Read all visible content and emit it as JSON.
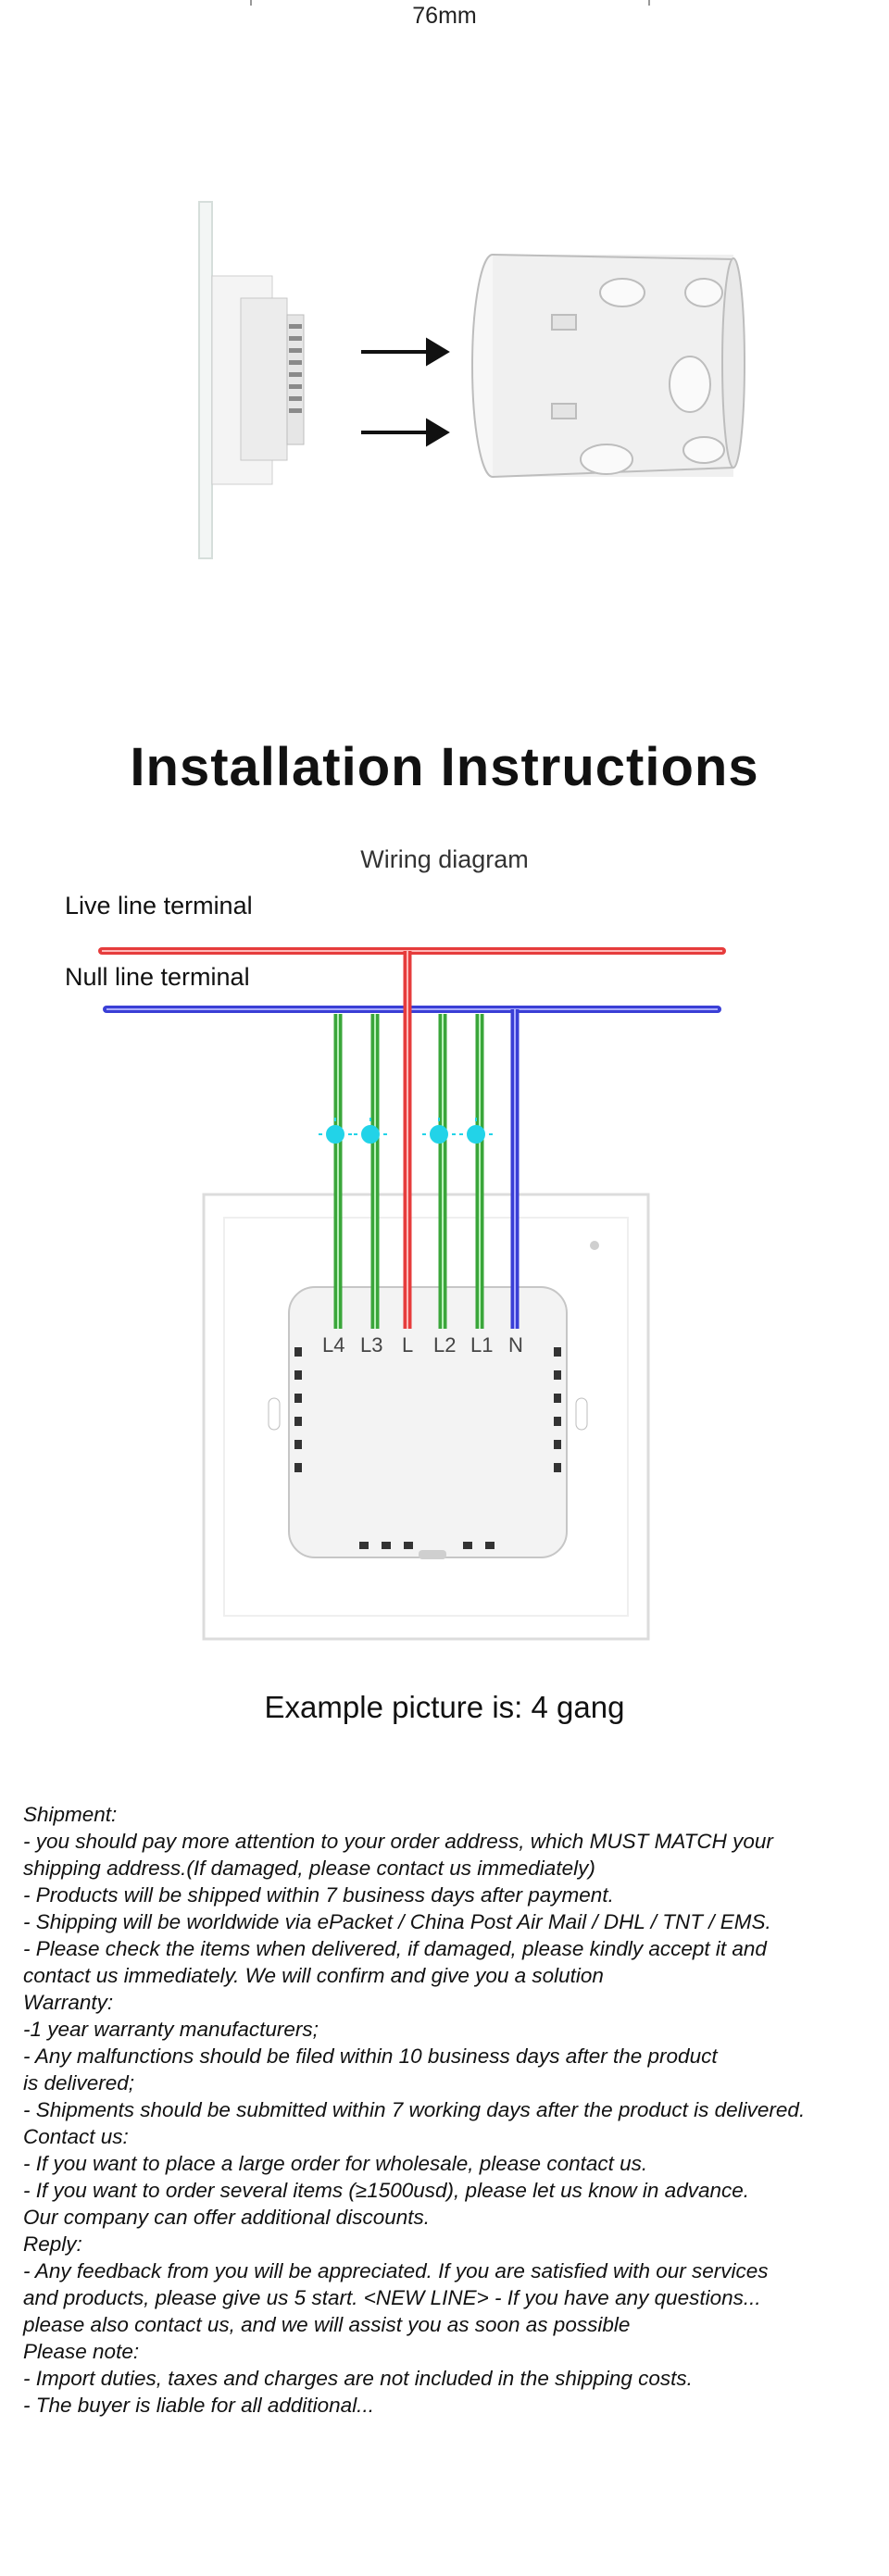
{
  "dimension": {
    "label": "76mm"
  },
  "installation": {
    "title": "Installation Instructions",
    "subtitle": "Wiring diagram",
    "live_label": "Live line terminal",
    "null_label": "Null line terminal",
    "terminals": [
      "L4",
      "L3",
      "L",
      "L2",
      "L1",
      "N"
    ],
    "caption": "Example picture is: 4 gang",
    "colors": {
      "live": "#e63c3c",
      "null": "#3a3fd6",
      "load": "#3aa63a",
      "indicator": "#22d3e8"
    }
  },
  "notes": [
    "Shipment:",
    "- you should pay more attention to your order address, which MUST MATCH your",
    "shipping address.(If damaged, please contact us immediately)",
    "- Products will be shipped within 7 business days after payment.",
    "- Shipping will be worldwide via ePacket / China Post Air Mail / DHL / TNT / EMS.",
    "- Please check the items when delivered, if damaged, please kindly accept it and",
    "contact us immediately. We will confirm and give you a solution",
    "Warranty:",
    "-1 year warranty manufacturers;",
    "- Any malfunctions should be filed within 10 business days after the product",
    "is delivered;",
    "- Shipments should be submitted within 7 working days after the product is delivered.",
    "Contact us:",
    "- If you want to place a large order for wholesale, please contact us.",
    "- If you want to order several items (≥1500usd), please let us know in advance.",
    "Our company can offer additional discounts.",
    "Reply:",
    "- Any feedback from you will be appreciated. If you are satisfied with our services",
    "and products, please give us 5 start. <NEW LINE> - If you have any questions...",
    "please also contact us, and we will assist you as soon as possible",
    "Please note:",
    "- Import duties, taxes and charges are not included in the shipping costs.",
    "- The buyer is liable for all additional..."
  ]
}
